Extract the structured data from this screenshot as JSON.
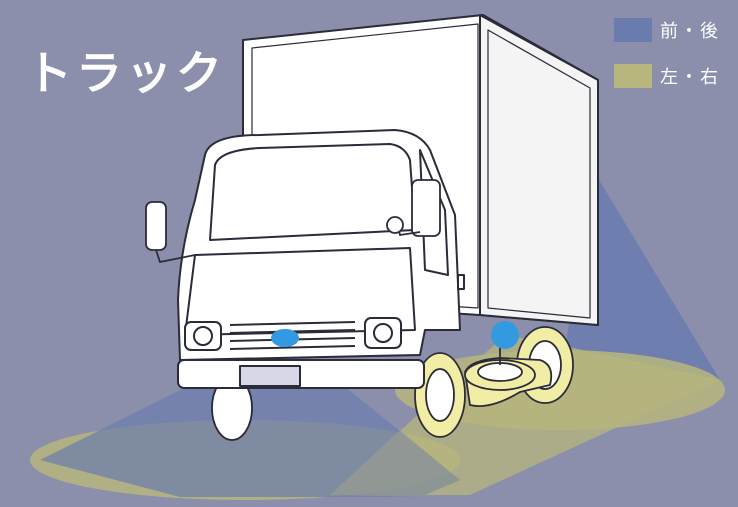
{
  "title": "トラック",
  "legend": {
    "items": [
      {
        "label": "前・後",
        "color": "#6a7cae"
      },
      {
        "label": "左・右",
        "color": "#b7b67d"
      }
    ]
  },
  "colors": {
    "background": "#8c8fab",
    "front_rear": "#6a7cae",
    "left_right": "#b7b67d",
    "sensor": "#3399e0",
    "truck_body": "#ffffff",
    "truck_outline": "#2b2b3a",
    "wheel_highlight": "#f2eda5"
  },
  "icons": [
    "truck-illustration",
    "sensor-front-icon",
    "sensor-side-icon"
  ]
}
